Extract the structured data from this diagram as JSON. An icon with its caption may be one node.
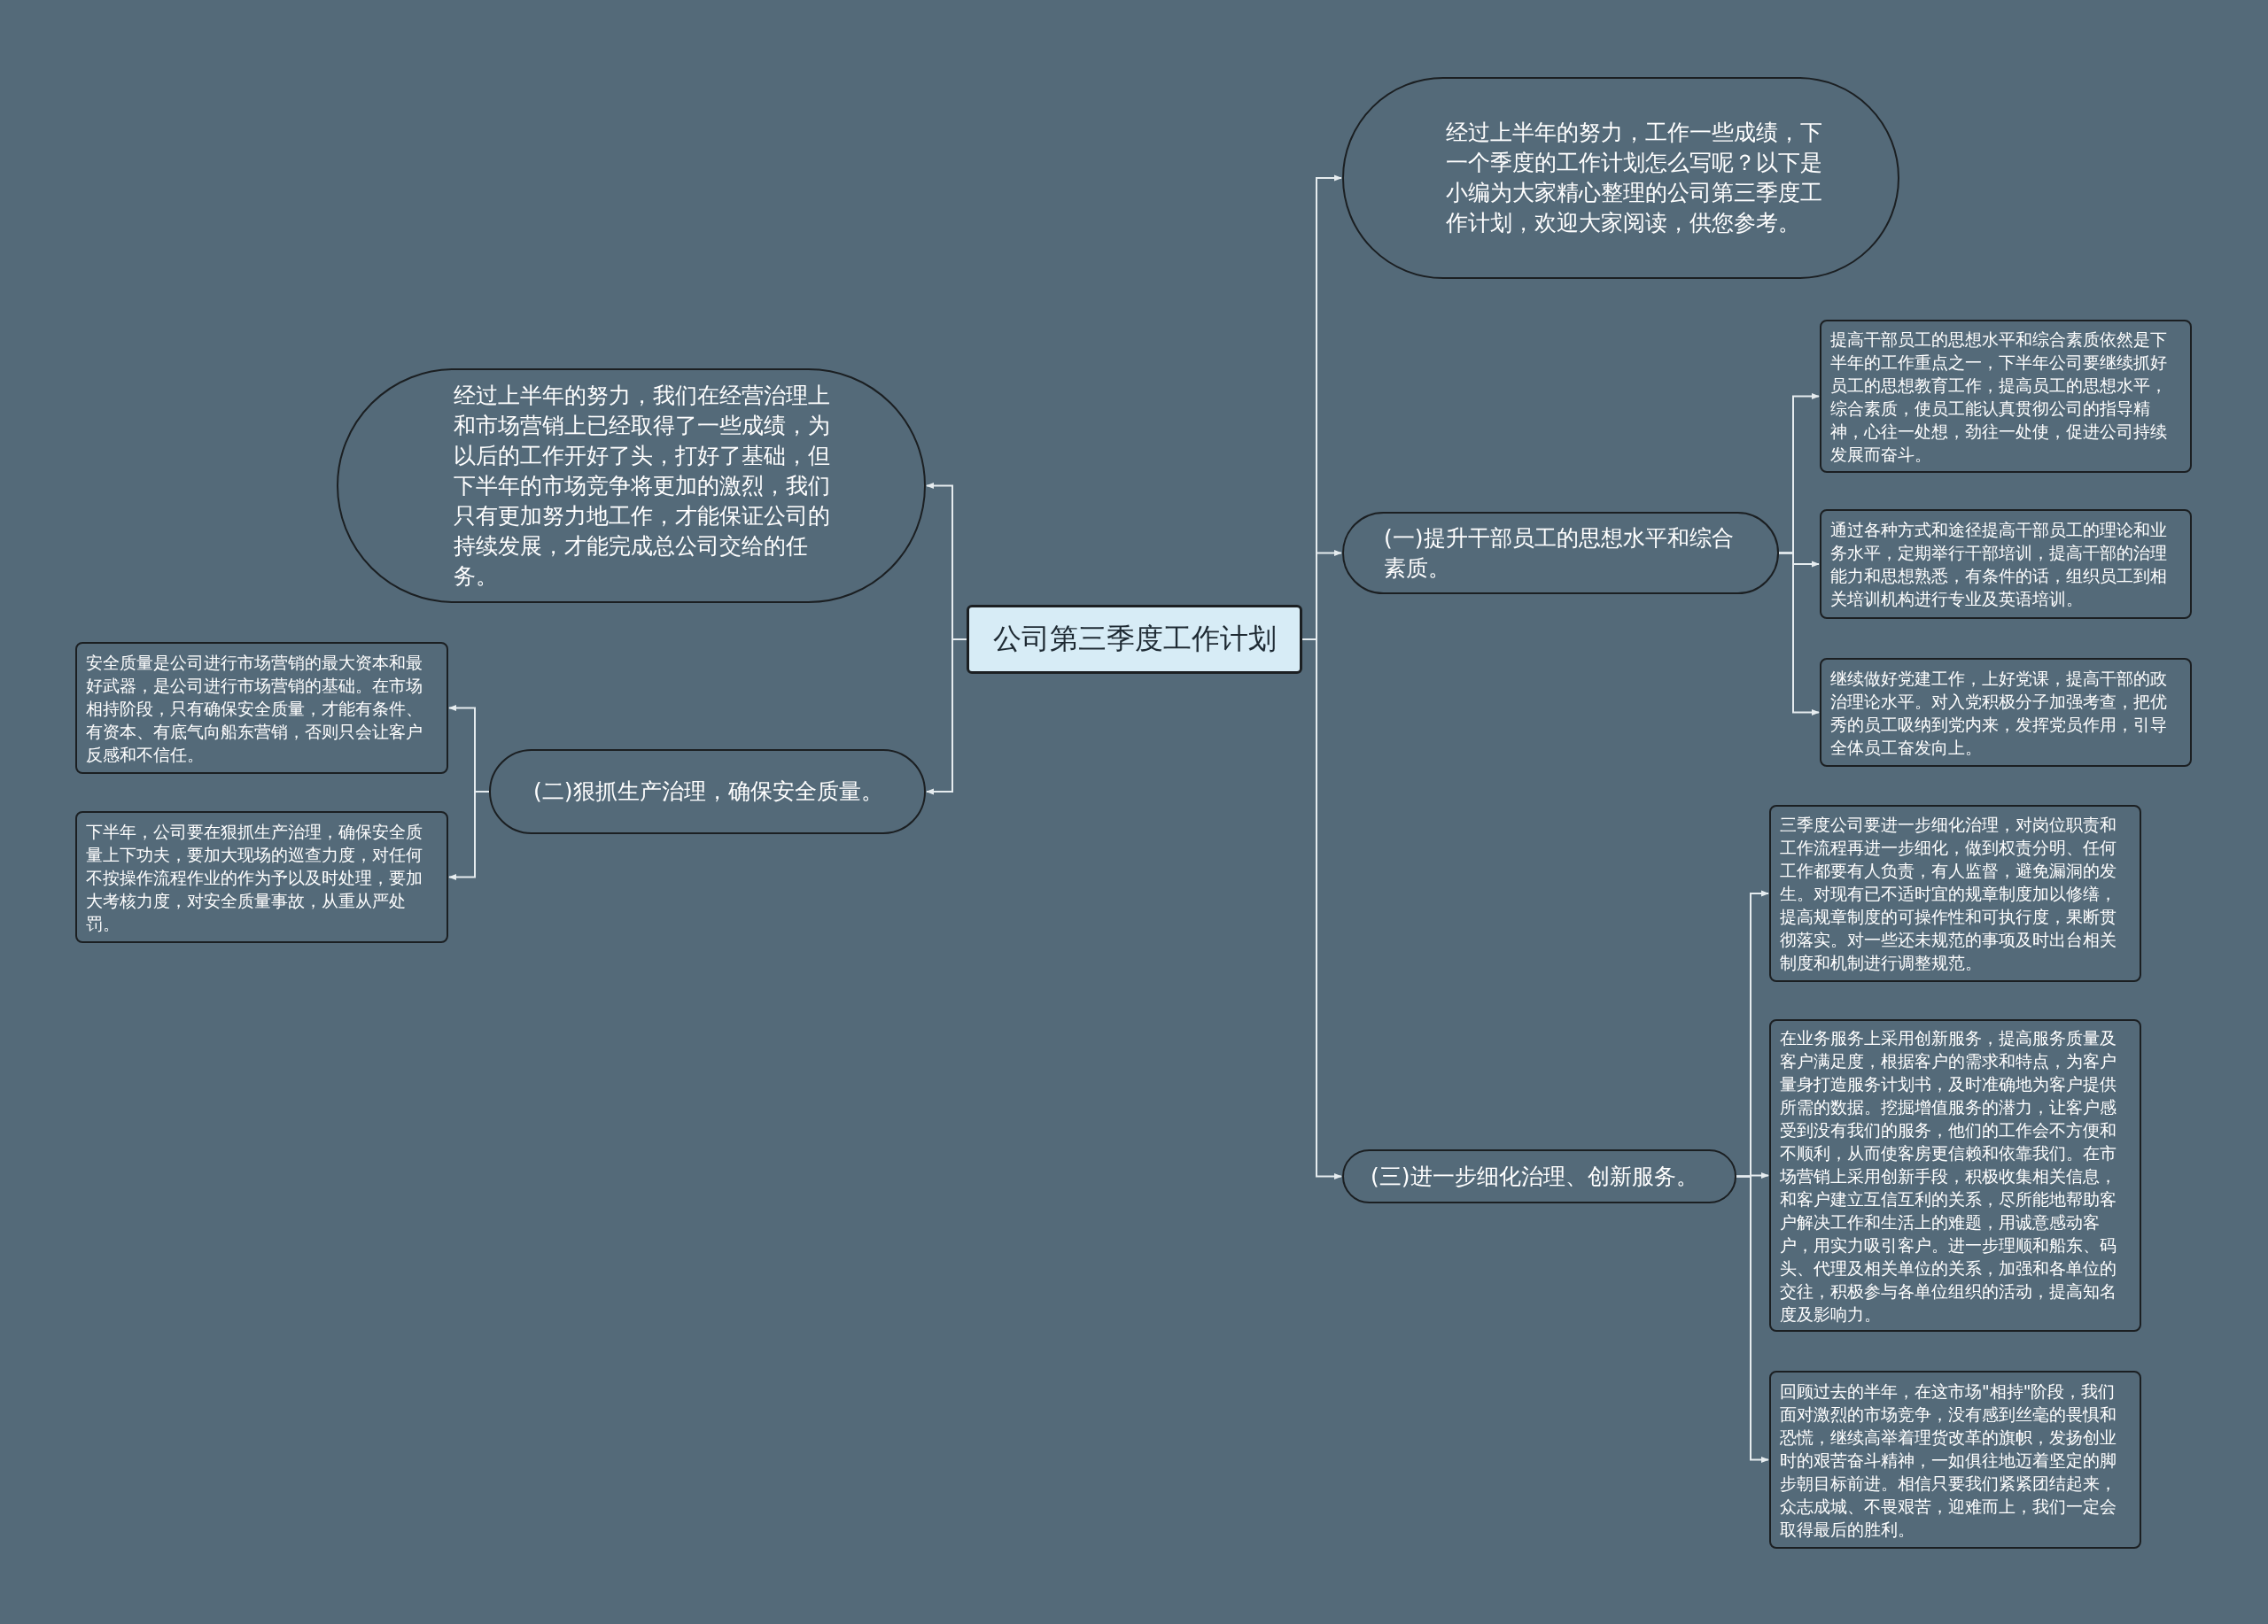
{
  "diagram": {
    "nodes": [
      {
        "text": [
          "公司第三季度工作计划"
        ]
      },
      {
        "text": [
          "经过上半年的努力，工作一些成绩，下一个季度的工作计划怎么写呢？以下是小编为大家精心整理的公司第三季度工作计划，欢迎大家阅读，供您参考。"
        ]
      },
      {
        "text": [
          "(一)提升干部员工的思想水平和综合素质。"
        ]
      },
      {
        "text": [
          "提高干部员工的思想水平和综合素质依然是下半年的工作重点之一，下半年公司要继续抓好员工的思想教育工作，提高员工的思想水平，综合素质，使员工能认真贯彻公司的指导精神，心往一处想，劲往一处使，促进公司持续发展而奋斗。"
        ]
      },
      {
        "text": [
          "通过各种方式和途径提高干部员工的理论和业务水平，定期举行干部培训，提高干部的治理能力和思想熟悉，有条件的话，组织员工到相关培训机构进行专业及英语培训。"
        ]
      },
      {
        "text": [
          "继续做好党建工作，上好党课，提高干部的政治理论水平。对入党积极分子加强考查，把优秀的员工吸纳到党内来，发挥党员作用，引导全体员工奋发向上。"
        ]
      },
      {
        "text": [
          "(三)进一步细化治理、创新服务。"
        ]
      },
      {
        "text": [
          "三季度公司要进一步细化治理，对岗位职责和工作流程再进一步细化，做到权责分明、任何工作都要有人负责，有人监督，避免漏洞的发生。对现有已不适时宜的规章制度加以修缮，提高规章制度的可操作性和可执行度，果断贯彻落实。对一些还未规范的事项及时出台相关制度和机制进行调整规范。"
        ]
      },
      {
        "text": [
          "在业务服务上采用创新服务，提高服务质量及客户满足度，根据客户的需求和特点，为客户量身打造服务计划书，及时准确地为客户提供所需的数据。挖掘增值服务的潜力，让客户感受到没有我们的服务，他们的工作会不方便和不顺利，从而使客房更信赖和依靠我们。在市场营销上采用创新手段，积极收集相关信息，和客户建立互信互利的关系，尽所能地帮助客户解决工作和生活上的难题，用诚意感动客户，用实力吸引客户。进一步理顺和船东、码头、代理及相关单位的关系，加强和各单位的交往，积极参与各单位组织的活动，提高知名度及影响力。"
        ]
      },
      {
        "text": [
          "回顾过去的半年，在这市场\"相持\"阶段，我们面对激烈的市场竞争，没有感到丝毫的畏惧和恐慌，继续高举着理货改革的旗帜，发扬创业时的艰苦奋斗精神，一如俱往地迈着坚定的脚步朝目标前进。相信只要我们紧紧团结起来，众志成城、不畏艰苦，迎难而上，我们一定会取得最后的胜利。"
        ]
      },
      {
        "text": [
          "经过上半年的努力，我们在经营治理上和市场营销上已经取得了一些成绩，为以后的工作开好了头，打好了基础，但下半年的市场竞争将更加的激烈，我们只有更加努力地工作，才能保证公司的持续发展，才能完成总公司交给的任务。"
        ]
      },
      {
        "text": [
          "(二)狠抓生产治理，确保安全质量。"
        ]
      },
      {
        "text": [
          "安全质量是公司进行市场营销的最大资本和最好武器，是公司进行市场营销的基础。在市场相持阶段，只有确保安全质量，才能有条件、有资本、有底气向船东营销，否则只会让客户反感和不信任。"
        ]
      },
      {
        "text": [
          "下半年，公司要在狠抓生产治理，确保安全质量上下功夫，要加大现场的巡查力度，对任何不按操作流程作业的作为予以及时处理，要加大考核力度，对安全质量事故，从重从严处罚。"
        ]
      }
    ],
    "edges": [
      {
        "from": 0,
        "to": 1,
        "arrow": "to"
      },
      {
        "from": 0,
        "to": 2,
        "arrow": "to"
      },
      {
        "from": 0,
        "to": 6,
        "arrow": "to"
      },
      {
        "from": 0,
        "to": 10,
        "arrow": "to"
      },
      {
        "from": 0,
        "to": 11,
        "arrow": "to"
      },
      {
        "from": 2,
        "to": 3,
        "arrow": "to"
      },
      {
        "from": 2,
        "to": 4,
        "arrow": "to"
      },
      {
        "from": 2,
        "to": 5,
        "arrow": "to"
      },
      {
        "from": 6,
        "to": 7,
        "arrow": "to"
      },
      {
        "from": 6,
        "to": 8,
        "arrow": "to"
      },
      {
        "from": 6,
        "to": 9,
        "arrow": "to"
      },
      {
        "from": 11,
        "to": 12,
        "arrow": "to"
      },
      {
        "from": 11,
        "to": 13,
        "arrow": "to"
      }
    ]
  }
}
